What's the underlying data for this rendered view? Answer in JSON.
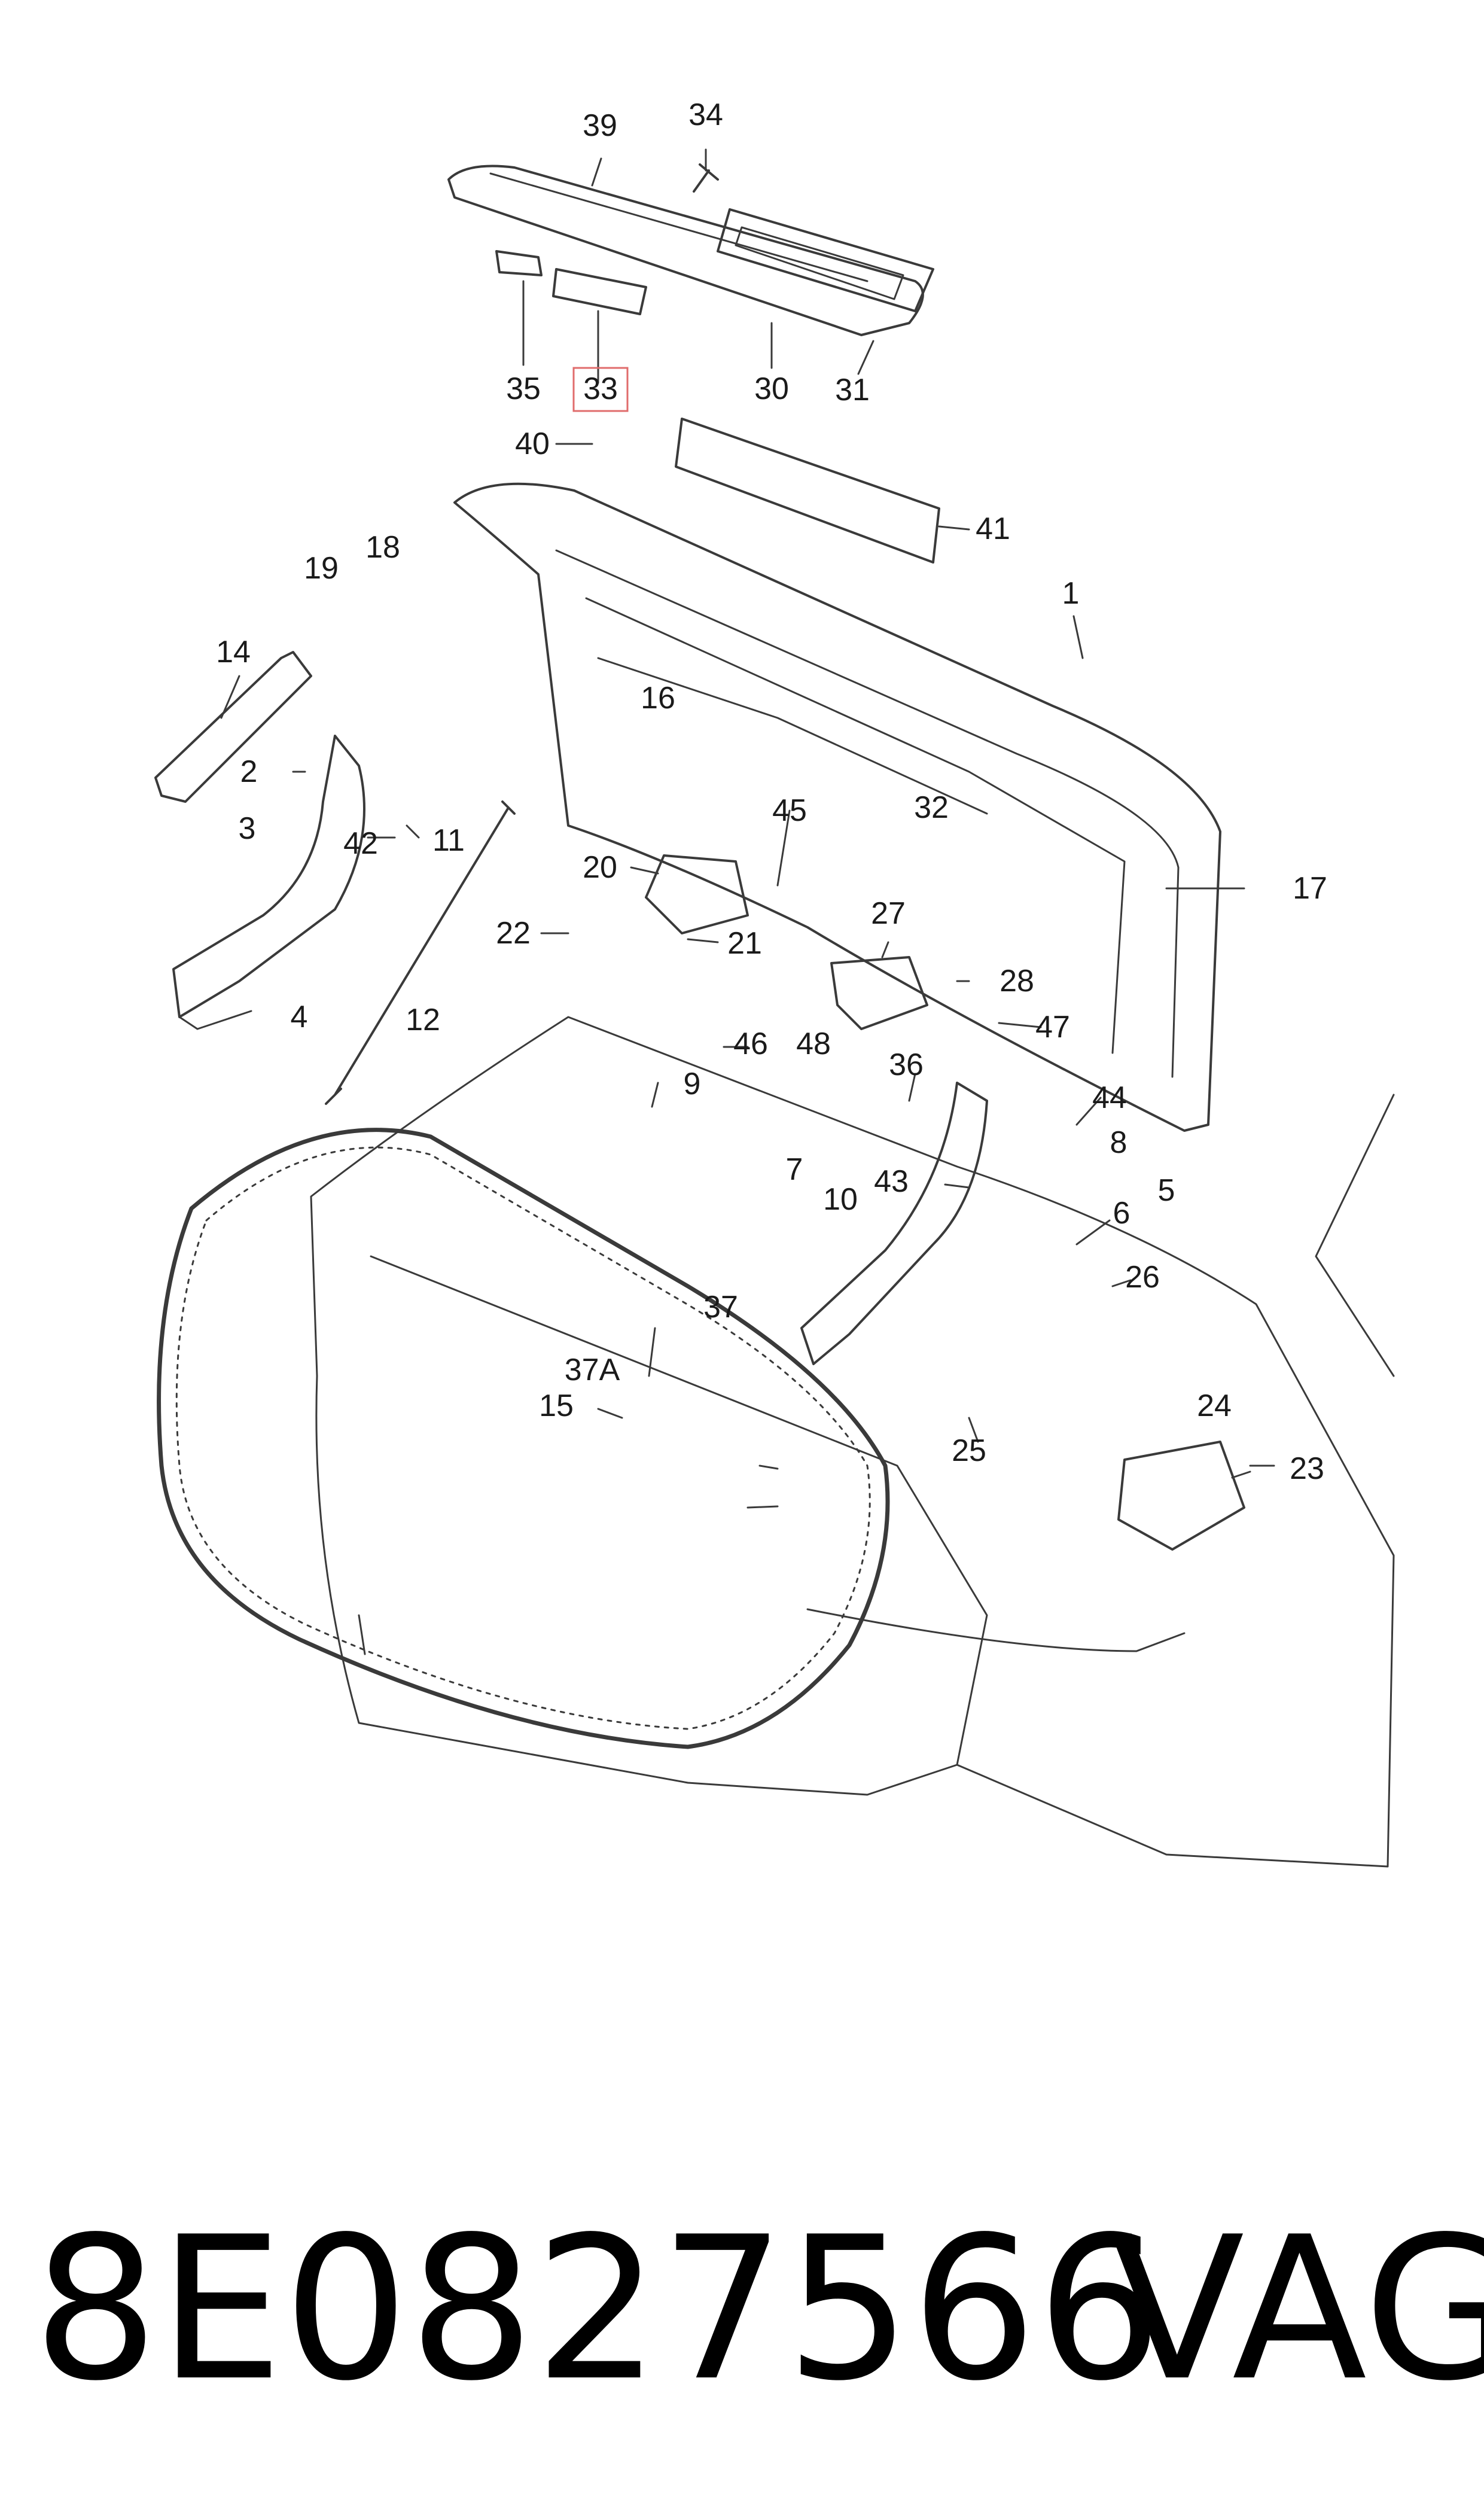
{
  "callouts": [
    "39",
    "34",
    "35",
    "33",
    "30",
    "31",
    "40",
    "41",
    "18",
    "19",
    "1",
    "16",
    "14",
    "2",
    "32",
    "3",
    "42",
    "11",
    "20",
    "45",
    "17",
    "22",
    "21",
    "27",
    "4",
    "12",
    "28",
    "47",
    "46",
    "48",
    "36",
    "44",
    "9",
    "8",
    "5",
    "6",
    "7",
    "10",
    "43",
    "37",
    "26",
    "25",
    "24",
    "23",
    "37A",
    "15"
  ],
  "highlighted_callout": "33",
  "highlight_color": "#e06c6c",
  "footer": {
    "part_number": "8E0827566",
    "brand": "VAG"
  }
}
